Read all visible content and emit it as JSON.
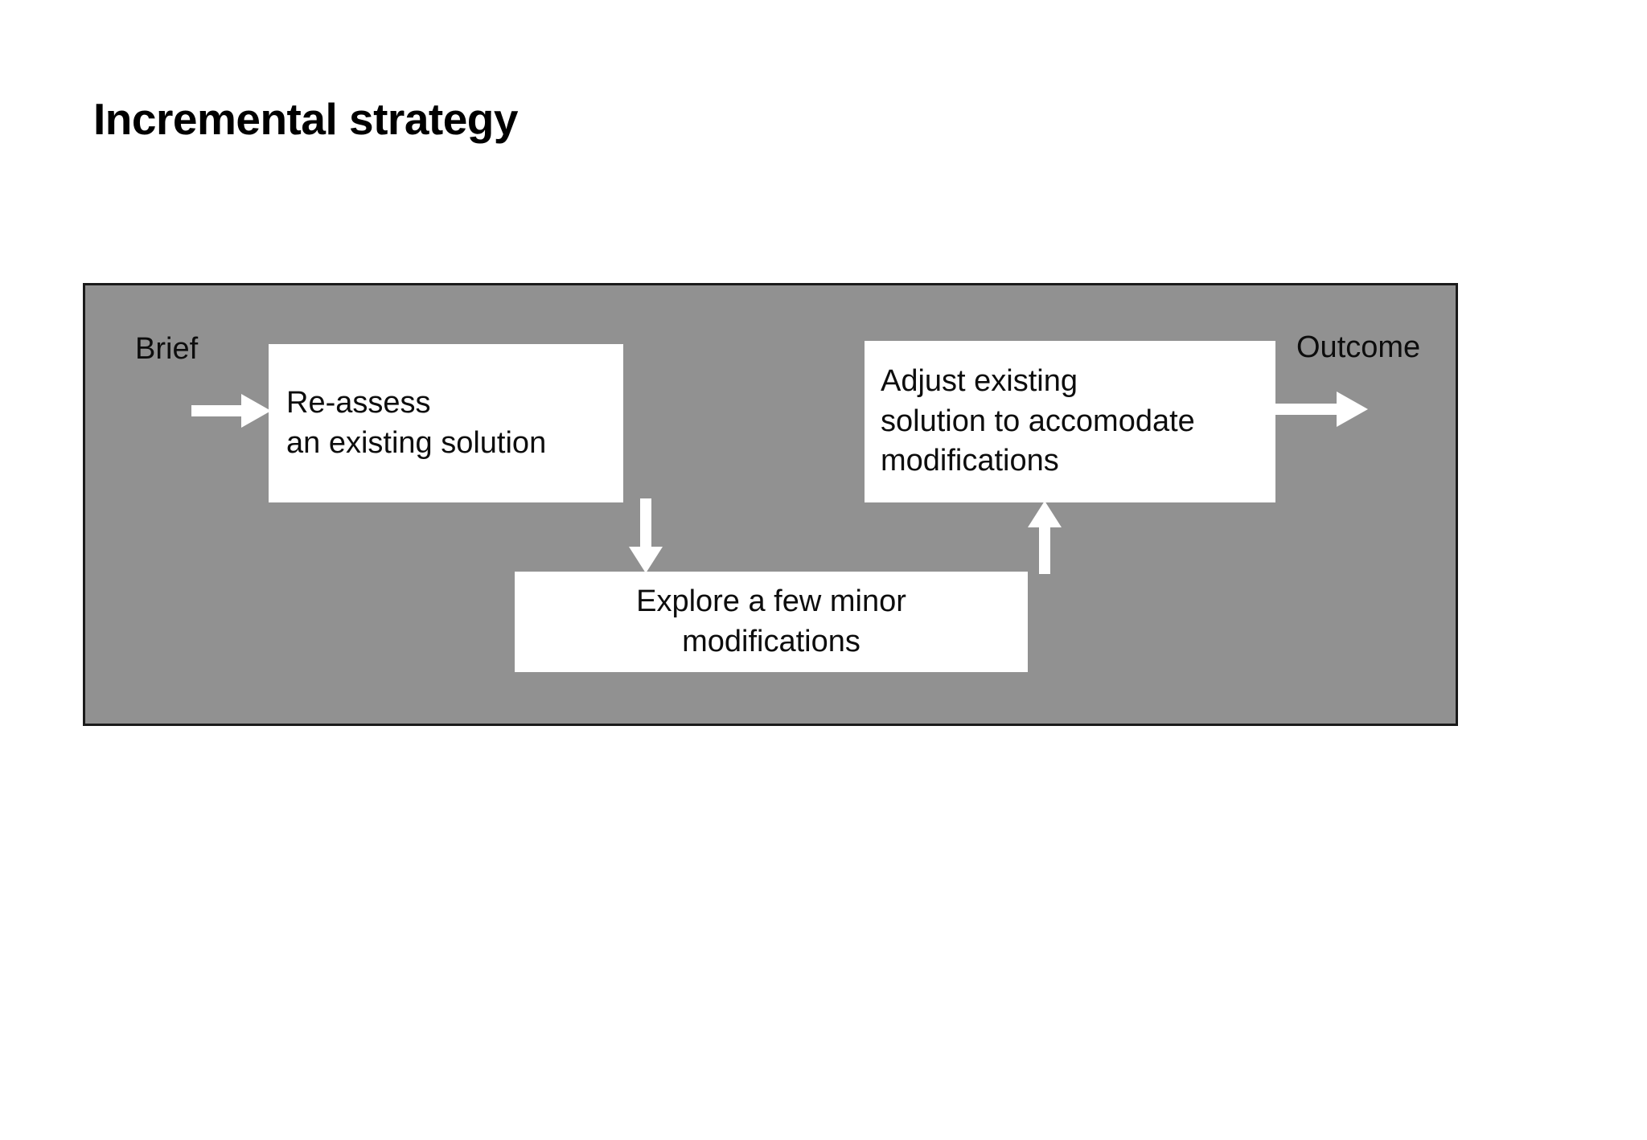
{
  "slide": {
    "title": "Incremental strategy",
    "background_color": "#ffffff"
  },
  "diagram": {
    "panel_color": "#919191",
    "panel_border_color": "#1a1a1a",
    "box_fill_color": "#ffffff",
    "arrow_color": "#ffffff",
    "text_color": "#0d0d0d",
    "input_label": "Brief",
    "output_label": "Outcome",
    "boxes": [
      {
        "name": "re-assess",
        "lines": [
          "Re-assess",
          "an existing solution"
        ],
        "align": "left"
      },
      {
        "name": "adjust",
        "lines": [
          "Adjust existing",
          "solution to accomodate",
          "modifications"
        ],
        "align": "left"
      },
      {
        "name": "explore",
        "lines": [
          "Explore a few minor",
          "modifications"
        ],
        "align": "center"
      }
    ],
    "arrows": [
      {
        "name": "brief-in",
        "direction": "right",
        "from": "Brief",
        "to": "re-assess"
      },
      {
        "name": "down",
        "direction": "down",
        "from": "re-assess",
        "to": "explore"
      },
      {
        "name": "up",
        "direction": "up",
        "from": "explore",
        "to": "adjust"
      },
      {
        "name": "outcome-out",
        "direction": "right",
        "from": "adjust",
        "to": "Outcome"
      }
    ]
  }
}
